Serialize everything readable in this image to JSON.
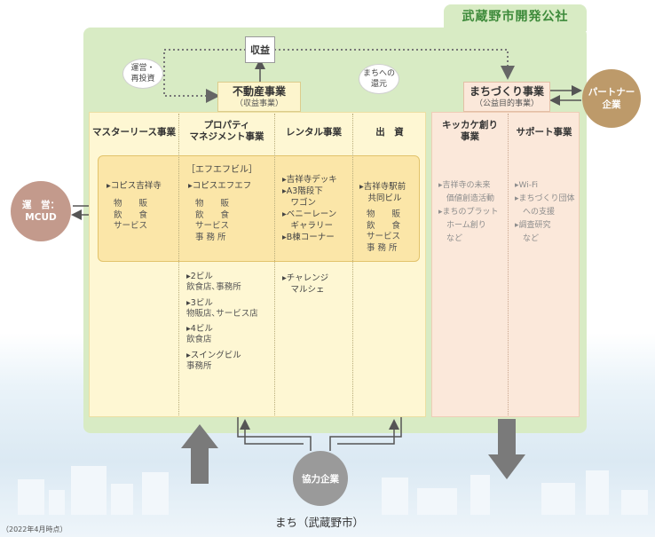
{
  "corp_title": "武蔵野市開発公社",
  "revenue_label": "収益",
  "reinvest_bubble": [
    "運営・",
    "再投資"
  ],
  "return_bubble": [
    "まちへの",
    "還元"
  ],
  "real_estate": {
    "title": "不動産事業",
    "subtitle": "（収益事業）"
  },
  "machizukuri": {
    "title": "まちづくり事業",
    "subtitle": "（公益目的事業）"
  },
  "partner": [
    "パートナー",
    "企業"
  ],
  "operator": [
    "運　営：",
    "MCUD"
  ],
  "cooperation": "協力企業",
  "town_label": "まち（武蔵野市）",
  "date_note": "（2022年4月時点）",
  "columns": {
    "master_lease": {
      "head": [
        "マスターリース事業"
      ],
      "items": [
        "▸コピス吉祥寺"
      ],
      "subs": [
        "物　　販",
        "飲　　食",
        "サービス"
      ]
    },
    "property": {
      "head": [
        "プロパティ",
        "マネジメント事業"
      ],
      "building_label": "［エフエフビル］",
      "items": [
        "▸コピスエフエフ"
      ],
      "subs": [
        "物　　販",
        "飲　　食",
        "サービス",
        "事 務 所"
      ],
      "others": [
        {
          "name": "▸2ビル",
          "desc": "飲食店､事務所"
        },
        {
          "name": "▸3ビル",
          "desc": "物販店､サービス店"
        },
        {
          "name": "▸4ビル",
          "desc": "飲食店"
        },
        {
          "name": "▸スイングビル",
          "desc": "事務所"
        }
      ]
    },
    "rental": {
      "head": [
        "レンタル事業"
      ],
      "items": [
        "▸吉祥寺デッキ",
        "▸A3階段下",
        "　ワゴン",
        "▸ベニーレーン",
        "　ギャラリー",
        "▸B棟コーナー"
      ],
      "others": [
        "▸チャレンジ",
        "　マルシェ"
      ]
    },
    "investment": {
      "head": [
        "出　資"
      ],
      "items": [
        "▸吉祥寺駅前",
        "　共同ビル"
      ],
      "subs": [
        "物　　販",
        "飲　　食",
        "サービス",
        "事 務 所"
      ]
    },
    "kikkake": {
      "head": [
        "キッカケ創り",
        "事業"
      ],
      "items": [
        "▸吉祥寺の未来",
        "　価値創造活動",
        "▸まちのプラット",
        "　ホーム創り",
        "　など"
      ]
    },
    "support": {
      "head": [
        "サポート事業"
      ],
      "items": [
        "▸Wi-Fi",
        "▸まちづくり団体",
        "　への支援",
        "▸調査研究",
        "　など"
      ]
    }
  },
  "colors": {
    "corp_green": "#d8ebc4",
    "yellow_panel": "#fef7d3",
    "pink_panel": "#fbe8da",
    "operator_circle": "#c39a8c",
    "partner_circle": "#bd9a6a",
    "cooperation_circle": "#9a9a9a"
  }
}
